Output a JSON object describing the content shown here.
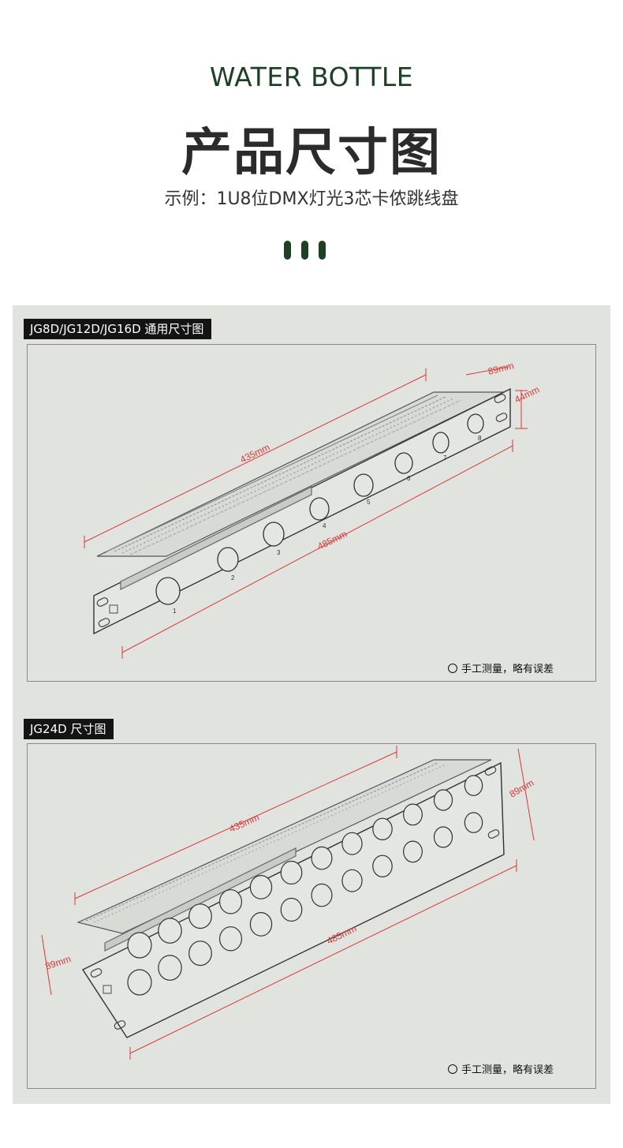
{
  "header": {
    "title_en": "WATER BOTTLE",
    "title_cn": "产品尺寸图",
    "subtitle": "示例：1U8位DMX灯光3芯卡侬跳线盘"
  },
  "colors": {
    "accent": "#1e4023",
    "dimension": "#d83a3a",
    "panel_bg": "#e1e3df"
  },
  "diagram1": {
    "label": "JG8D/JG12D/JG16D 通用尺寸图",
    "dim_depth": "89mm",
    "dim_height": "44mm",
    "dim_inner": "435mm",
    "dim_width": "485mm",
    "port_numbers": [
      "1",
      "2",
      "3",
      "4",
      "5",
      "6",
      "7",
      "8"
    ],
    "note": "手工测量，略有误差"
  },
  "diagram2": {
    "label": "JG24D 尺寸图",
    "dim_height_right": "89mm",
    "dim_inner": "435mm",
    "dim_height_left": "89mm",
    "dim_width": "485mm",
    "note": "手工测量，略有误差"
  }
}
